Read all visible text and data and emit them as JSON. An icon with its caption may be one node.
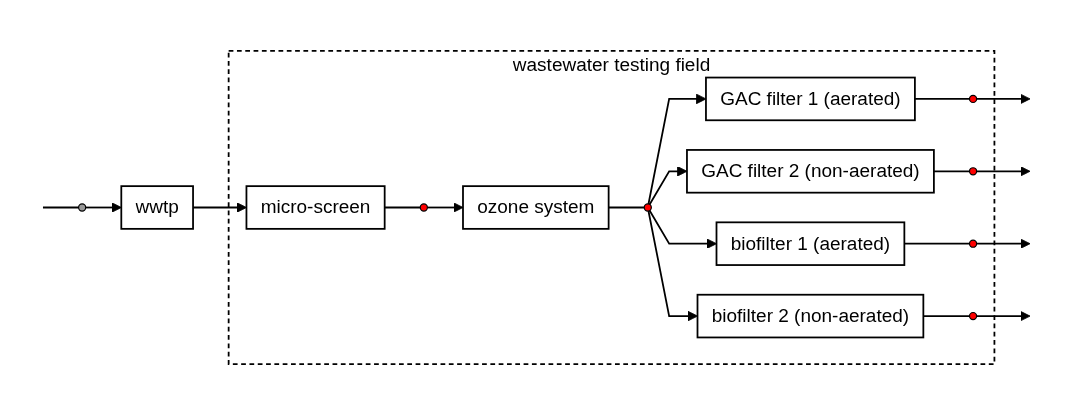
{
  "diagram": {
    "nodes": [
      {
        "text": [],
        "shape": "circle"
      },
      {
        "text": [
          "wwtp"
        ]
      },
      {
        "text": [
          "wastewater testing field"
        ]
      },
      {
        "text": [
          "micro-screen"
        ],
        "in": 2
      },
      {
        "text": [],
        "shape": "circle",
        "in": 2
      },
      {
        "text": [
          "ozone system"
        ],
        "in": 2
      },
      {
        "text": [],
        "shape": "circle",
        "in": 2
      },
      {
        "text": [
          "GAC filter 1 (aerated)"
        ],
        "in": 2
      },
      {
        "text": [
          "GAC filter 2 (non-aerated)"
        ],
        "in": 2
      },
      {
        "text": [
          "biofilter 1 (aerated)"
        ],
        "in": 2
      },
      {
        "text": [
          "biofilter 2 (non-aerated)"
        ],
        "in": 2
      },
      {
        "text": [],
        "shape": "circle",
        "in": 2
      },
      {
        "text": [],
        "shape": "circle",
        "in": 2
      },
      {
        "text": [],
        "shape": "circle",
        "in": 2
      },
      {
        "text": [],
        "shape": "circle",
        "in": 2
      }
    ],
    "edges": [
      {
        "from": null,
        "to": 0,
        "arrow": "none"
      },
      {
        "from": 0,
        "to": 1,
        "arrow": "to"
      },
      {
        "from": 1,
        "to": 3,
        "arrow": "to"
      },
      {
        "from": 3,
        "to": 4,
        "arrow": "none"
      },
      {
        "from": 4,
        "to": 5,
        "arrow": "to"
      },
      {
        "from": 5,
        "to": 6,
        "arrow": "none"
      },
      {
        "from": 6,
        "to": 7,
        "arrow": "to"
      },
      {
        "from": 6,
        "to": 8,
        "arrow": "to"
      },
      {
        "from": 6,
        "to": 9,
        "arrow": "to"
      },
      {
        "from": 6,
        "to": 10,
        "arrow": "to"
      },
      {
        "from": 7,
        "to": 11,
        "arrow": "none"
      },
      {
        "from": 11,
        "to": null,
        "arrow": "to"
      },
      {
        "from": 8,
        "to": 12,
        "arrow": "none"
      },
      {
        "from": 12,
        "to": null,
        "arrow": "to"
      },
      {
        "from": 9,
        "to": 13,
        "arrow": "none"
      },
      {
        "from": 13,
        "to": null,
        "arrow": "to"
      },
      {
        "from": 10,
        "to": 14,
        "arrow": "none"
      },
      {
        "from": 14,
        "to": null,
        "arrow": "to"
      }
    ]
  }
}
